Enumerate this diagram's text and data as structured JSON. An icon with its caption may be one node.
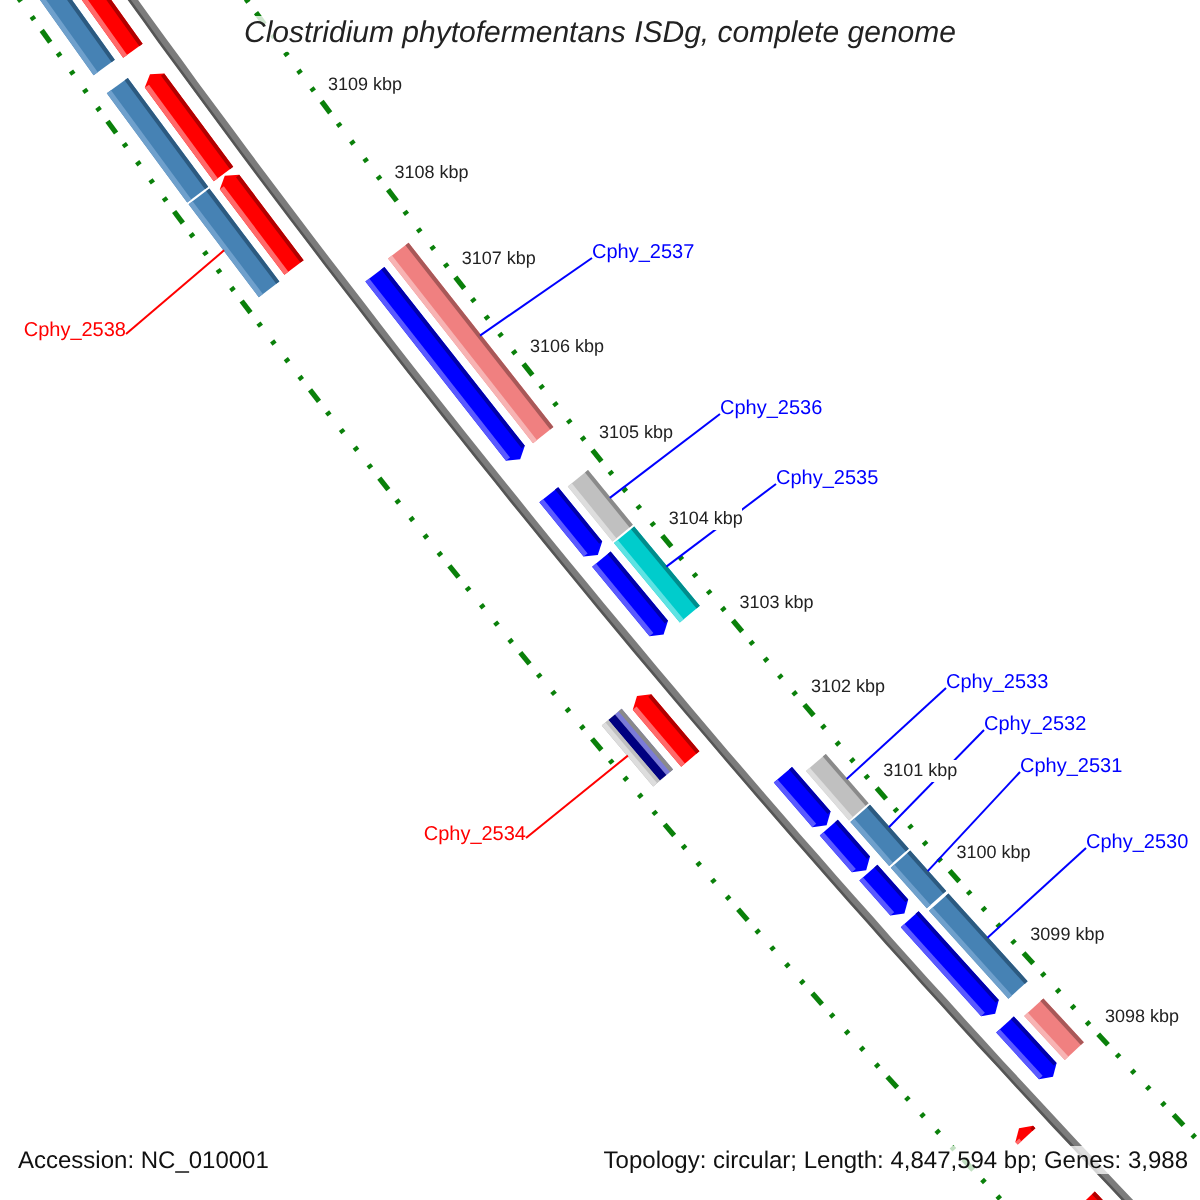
{
  "diagram": {
    "title": "Clostridium phytofermentans ISDg, complete genome",
    "nodes": [
      {
        "text": [
          "Cphy_2537"
        ]
      },
      {
        "text": [
          "Cphy_2538"
        ]
      },
      {
        "text": [
          "Cphy_2536"
        ]
      },
      {
        "text": [
          "Cphy_2535"
        ]
      },
      {
        "text": [
          "Cphy_2533"
        ]
      },
      {
        "text": [
          "Cphy_2532"
        ]
      },
      {
        "text": [
          "Cphy_2531"
        ]
      },
      {
        "text": [
          "Cphy_2534"
        ]
      },
      {
        "text": [
          "Cphy_2530"
        ]
      },
      {
        "text": [],
        "shape": "bar"
      },
      {
        "text": [],
        "shape": "pentagon"
      },
      {
        "text": [],
        "shape": "pentagon"
      },
      {
        "text": [],
        "shape": "bar"
      },
      {
        "text": [],
        "shape": "pentagon"
      },
      {
        "text": [],
        "shape": "bar"
      },
      {
        "text": [],
        "shape": "bar"
      },
      {
        "text": [],
        "shape": "pentagon"
      },
      {
        "text": [],
        "shape": "bar"
      },
      {
        "text": [],
        "shape": "pentagon"
      },
      {
        "text": [],
        "shape": "bar"
      },
      {
        "text": [],
        "shape": "pentagon"
      },
      {
        "text": [],
        "shape": "pentagon"
      },
      {
        "text": [],
        "shape": "bar"
      },
      {
        "text": [],
        "shape": "bar"
      },
      {
        "text": [],
        "shape": "pentagon"
      },
      {
        "text": [],
        "shape": "bar"
      },
      {
        "text": [],
        "shape": "pentagon"
      },
      {
        "text": [],
        "shape": "bar"
      },
      {
        "text": [],
        "shape": "pentagon"
      },
      {
        "text": [],
        "shape": "bar"
      },
      {
        "text": [],
        "shape": "pentagon"
      },
      {
        "text": [],
        "shape": "bar"
      },
      {
        "text": [],
        "shape": "pentagon"
      },
      {
        "text": [],
        "shape": "pentagon"
      },
      {
        "text": [],
        "shape": "bar"
      }
    ],
    "edges": [
      {
        "from": 0,
        "to": 15,
        "arrow": "none"
      },
      {
        "from": 1,
        "to": 14,
        "arrow": "none",
        "color": "#ff0000"
      },
      {
        "from": 2,
        "to": 17,
        "arrow": "none"
      },
      {
        "from": 3,
        "to": 19,
        "arrow": "none"
      },
      {
        "from": 4,
        "to": 23,
        "arrow": "none"
      },
      {
        "from": 5,
        "to": 25,
        "arrow": "none"
      },
      {
        "from": 6,
        "to": 27,
        "arrow": "none"
      },
      {
        "from": 7,
        "to": 22,
        "arrow": "none",
        "color": "#ff0000"
      },
      {
        "from": 8,
        "to": 29,
        "arrow": "none"
      }
    ],
    "labels": [
      "3109 kbp",
      "3108 kbp",
      "3107 kbp",
      "3106 kbp",
      "3105 kbp",
      "3104 kbp",
      "3103 kbp",
      "3102 kbp",
      "3101 kbp",
      "3100 kbp",
      "3099 kbp",
      "3098 kbp",
      "Accession: NC_010001",
      "Topology: circular; Length: 4,847,594 bp; Genes: 3,988"
    ]
  }
}
